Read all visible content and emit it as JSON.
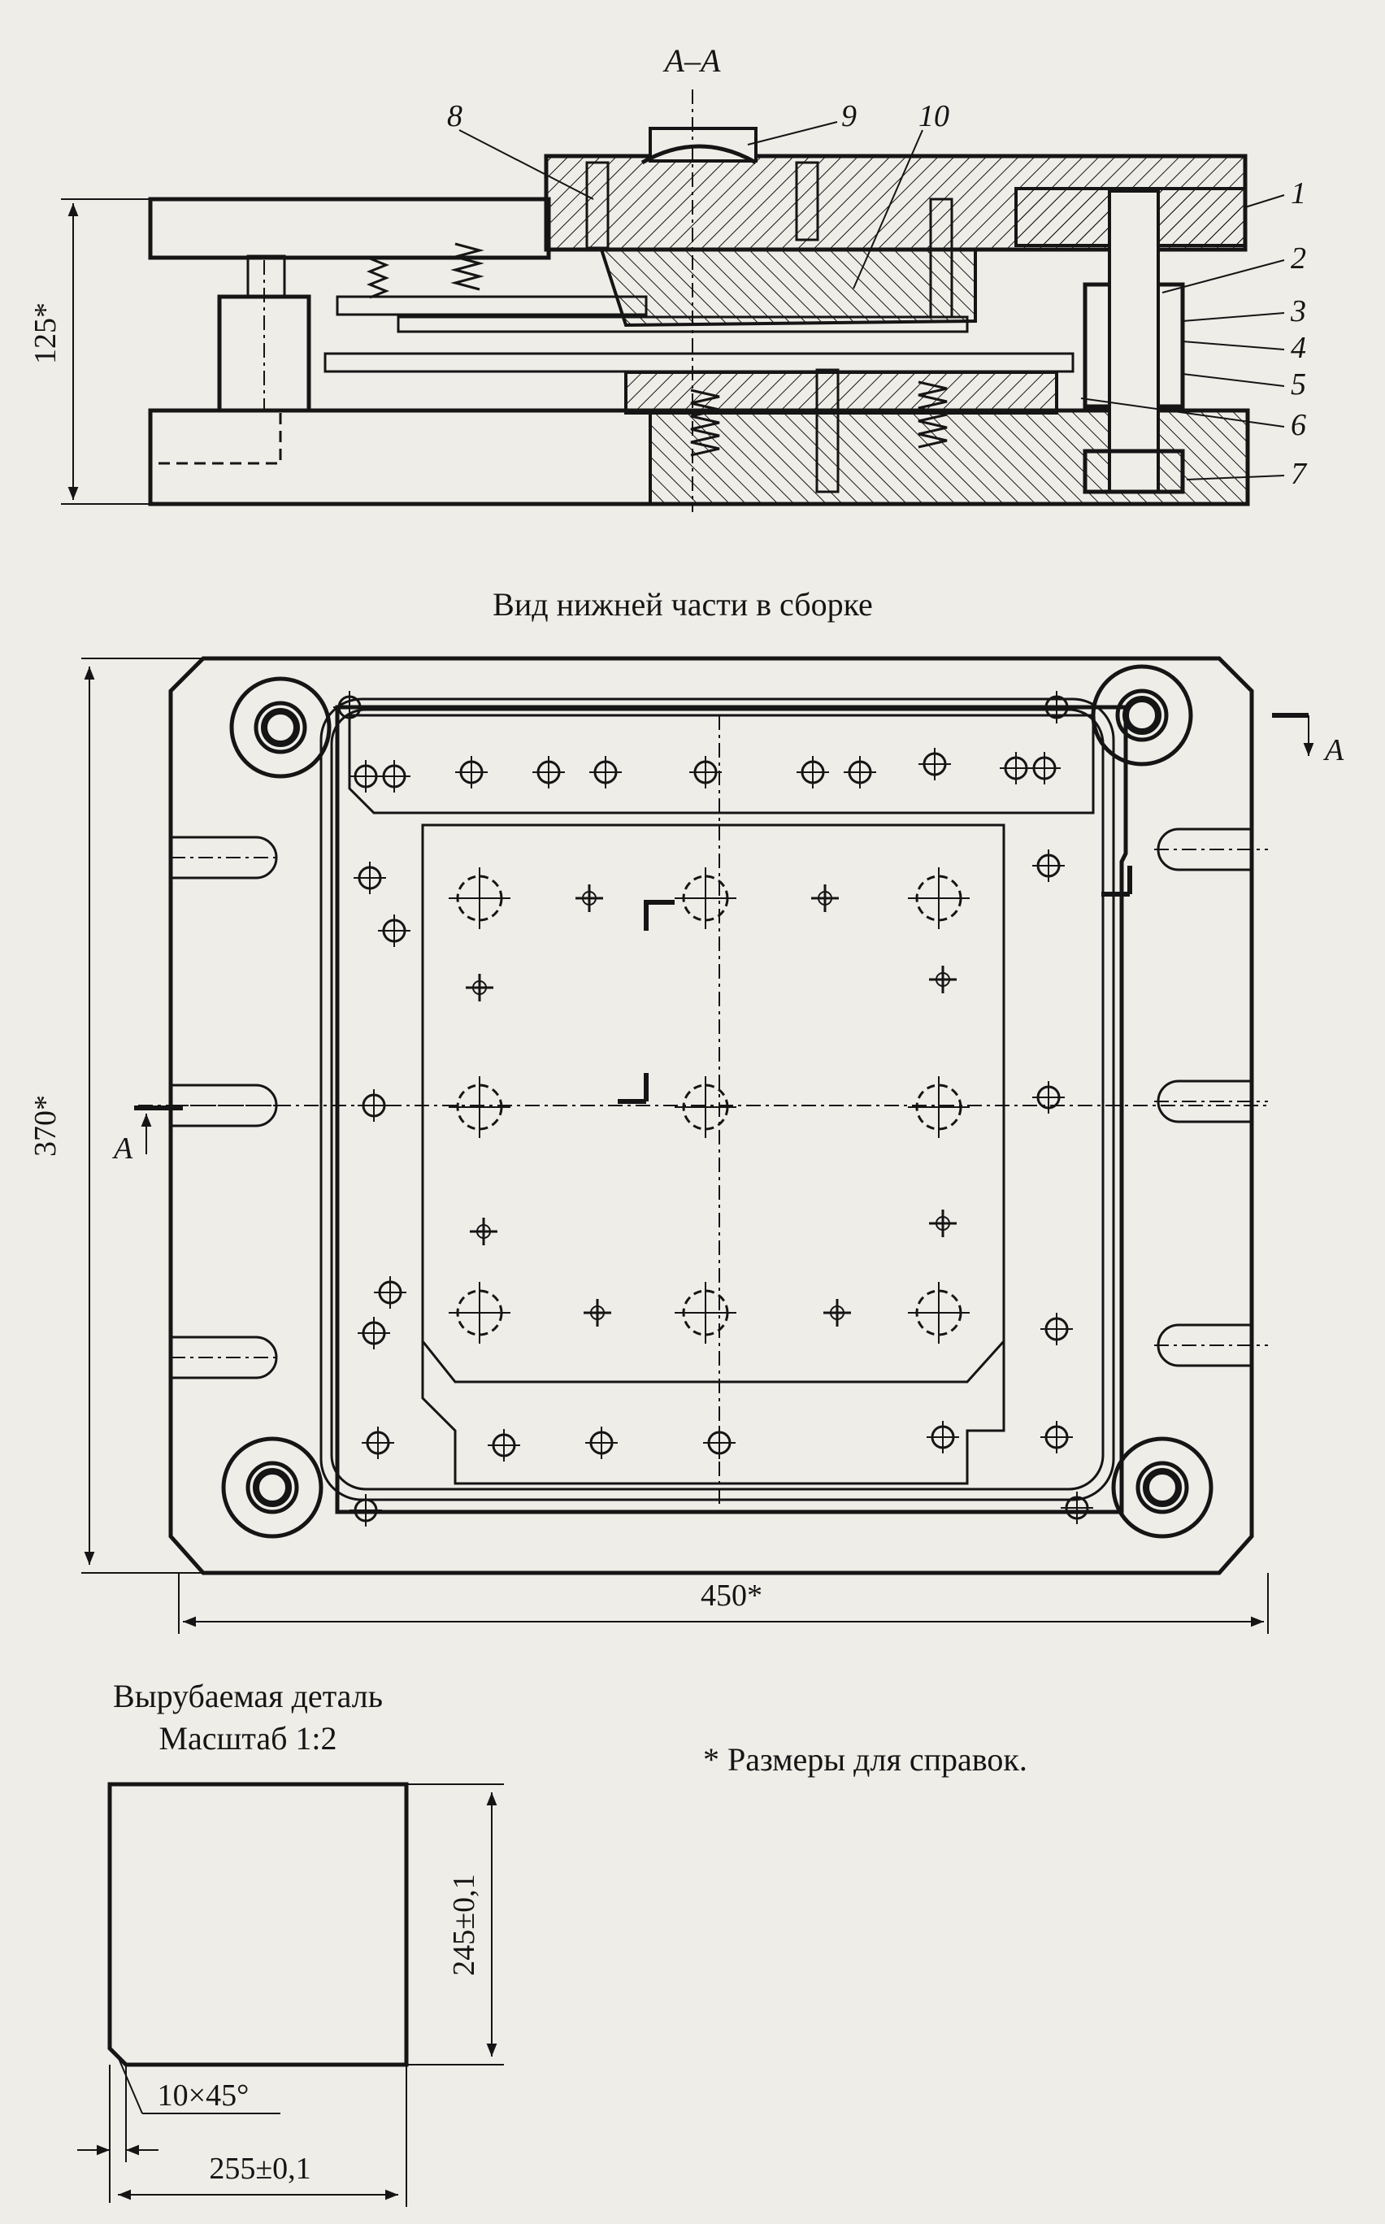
{
  "section": {
    "title": "A–A",
    "callouts": [
      "1",
      "2",
      "3",
      "4",
      "5",
      "6",
      "7",
      "8",
      "9",
      "10"
    ],
    "height_dim": "125*"
  },
  "plan_view": {
    "title": "Вид нижней части в сборке",
    "height_dim": "370*",
    "width_dim": "450*",
    "cut_marker": "A"
  },
  "part": {
    "title": "Вырубаемая деталь",
    "scale": "Масштаб 1:2",
    "height_dim": "245±0,1",
    "chamfer_dim": "10×45°",
    "width_dim": "255±0,1"
  },
  "note": "* Размеры для справок."
}
